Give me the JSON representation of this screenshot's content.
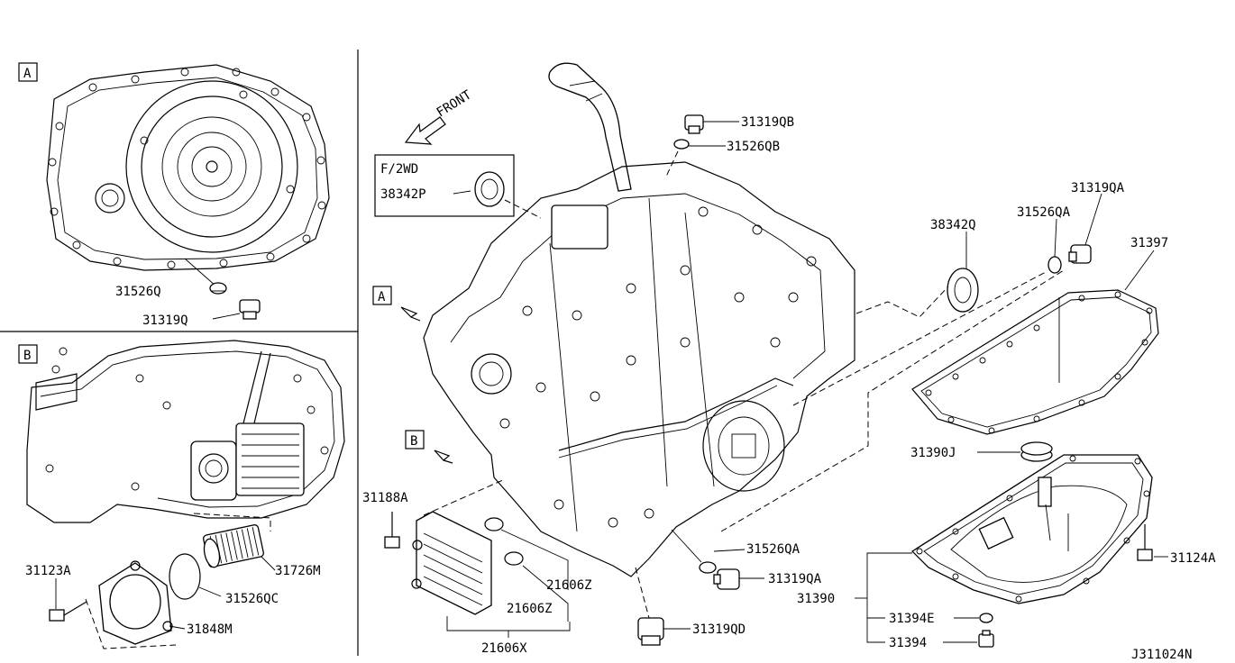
{
  "section_a": {
    "letter": "A"
  },
  "section_b": {
    "letter": "B"
  },
  "main_markers": {
    "a_letter": "A",
    "b_letter": "B"
  },
  "front_arrow": {
    "label": "FRONT"
  },
  "inset_box": {
    "title": "F/2WD",
    "part": "38342P"
  },
  "callouts": {
    "sec_a": [
      "31526Q",
      "31319Q"
    ],
    "sec_b": [
      "31123A",
      "31726M",
      "31526QC",
      "31848M"
    ],
    "top": [
      "31319QB",
      "31526QB"
    ],
    "right": [
      "38342Q",
      "31526QA",
      "31319QA",
      "31397",
      "31390J",
      "31124A",
      "31390",
      "31394E",
      "31394"
    ],
    "bottom": [
      "31188A",
      "21606Z",
      "21606Z",
      "21606X",
      "31526QA",
      "31319QA",
      "31319QD"
    ]
  },
  "diagram_id": "J311024N"
}
